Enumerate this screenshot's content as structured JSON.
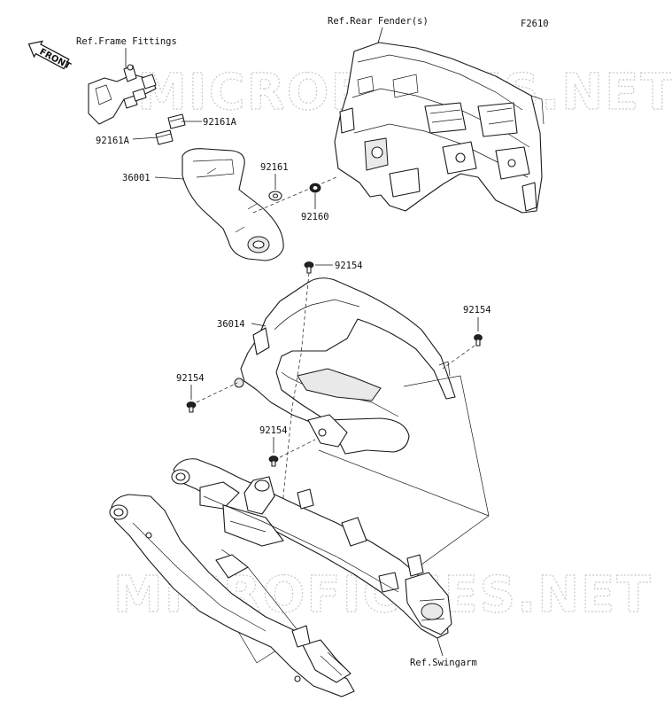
{
  "figure_code": "F2610",
  "watermark": "MICROFICHES.NET",
  "front_indicator": "FRONT",
  "references": {
    "frame_fittings": "Ref.Frame Fittings",
    "rear_fender": "Ref.Rear Fender(s)",
    "swingarm": "Ref.Swingarm"
  },
  "part_labels": [
    {
      "id": "92161A_upper",
      "text": "92161A"
    },
    {
      "id": "92161A_lower",
      "text": "92161A"
    },
    {
      "id": "36001",
      "text": "36001"
    },
    {
      "id": "92161",
      "text": "92161"
    },
    {
      "id": "92160",
      "text": "92160"
    },
    {
      "id": "92154_top",
      "text": "92154"
    },
    {
      "id": "36014",
      "text": "36014"
    },
    {
      "id": "92154_right",
      "text": "92154"
    },
    {
      "id": "92154_left",
      "text": "92154"
    },
    {
      "id": "92154_lower",
      "text": "92154"
    }
  ]
}
